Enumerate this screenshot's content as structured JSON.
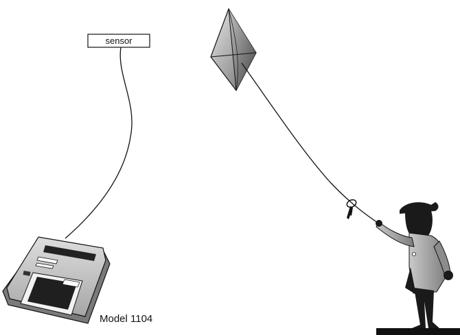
{
  "sensor_label": "sensor",
  "device_label": "Model 1104",
  "colors": {
    "ink": "#111111",
    "silhouette": "#1a1a1a",
    "coat": "#9c9c9c",
    "device_body": "#c9c9c9",
    "screen": "#222222",
    "kite_light": "#dcdcdc",
    "kite_dark": "#5a5a5a",
    "ground": "#111111"
  },
  "icons": [
    "sensor-box",
    "kite",
    "key",
    "handheld-device",
    "person-silhouette"
  ]
}
